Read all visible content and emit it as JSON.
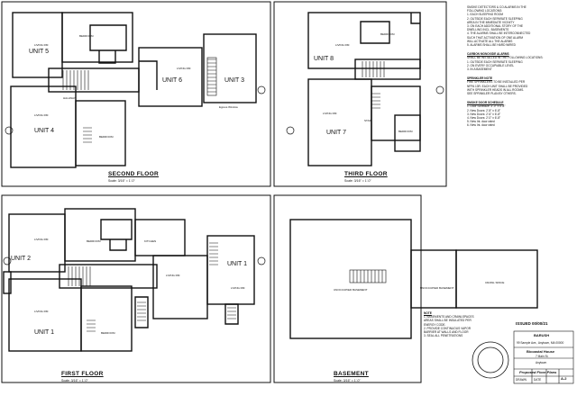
{
  "floors": {
    "second": {
      "title": "SECOND FLOOR",
      "scale": "Scale: 3/16\" = 1'-0\""
    },
    "third": {
      "title": "THIRD FLOOR",
      "scale": "Scale: 3/16\" = 1'-0\""
    },
    "first": {
      "title": "FIRST FLOOR",
      "scale": "Scale: 3/16\" = 1'-0\""
    },
    "basement": {
      "title": "BASEMENT",
      "scale": "Scale: 3/16\" = 1'-0\""
    }
  },
  "units": {
    "u5": "UNIT 5",
    "u6": "UNIT 6",
    "u3": "UNIT 3",
    "u4": "UNIT 4",
    "u8": "UNIT 8",
    "u7": "UNIT 7",
    "u2": "UNIT 2",
    "u1": "UNIT 1",
    "u1b": "UNIT 1"
  },
  "rooms": {
    "living": "LIVING RM",
    "bedroom": "BEDROOM",
    "kitchen": "KITCHEN",
    "bath": "BATH",
    "hallway": "HALLWAY",
    "stair": "STAIR",
    "egress": "Egress Window",
    "unoccupied": "UNOCCUPIED BASEMENT",
    "crawl": "CRAWL SPACE"
  },
  "notes": {
    "n1": "SMOKE DETECTORS & CO ALARMS IN THE",
    "n2": "FOLLOWING LOCATIONS:",
    "n3": "1. EACH SLEEPING ROOM",
    "n4": "2. OUTSIDE EACH SEPARATE SLEEPING",
    "n5": "   AREA IN THE IMMEDIATE VICINITY",
    "n6": "3. ON EACH ADDITIONAL STORY OF THE",
    "n7": "   DWELLING INCL. BASEMENTS",
    "n8": "4. THE ALARMS SHALL BE INTERCONNECTED",
    "n9": "   SUCH THAT ACTIVATION OF ONE ALARM",
    "n10": "   WILL ACTIVATE ALL THE ALARMS",
    "n11": "5. ALARMS SHALL BE HARD WIRED",
    "cohead": "CARBON MONOXIDE ALARMS",
    "co1": "SHALL BE INSTALLED IN THE FOLLOWING LOCATIONS:",
    "co2": "1. OUTSIDE EACH SEPARATE SLEEPING",
    "co3": "2. ON EVERY OCCUPIABLE LEVEL",
    "co4": "3. IN A BASEMENT",
    "sphead": "SPRINKLER NOTE",
    "sp1": "FIRE SPRINKLERS TO BE INSTALLED PER",
    "sp2": "NFPA 13R. EACH UNIT SHALL BE PROVIDED",
    "sp3": "WITH SPRINKLER HEADS IN ALL ROOMS.",
    "sp4": "SEE SPRINKLER PLAN BY OTHERS.",
    "dhead": "SMOKE DOOR SCHEDULE",
    "d1": "1. Door Schedule: 3'-0\" x 6'-8\"",
    "d2": "2. New Doors: 2'-8\" x 6'-8\"",
    "d3": "3. New Doors: 2'-6\" x 6'-8\"",
    "d4": "4. New Doors: 2'-0\" x 6'-8\"",
    "d5": "5. New Int. door rated",
    "d6": "6. New Int. door rated",
    "bnote": "NOTE",
    "b1": "1. BASEMENTS AND CRAWLSPACES",
    "b2": "   AREAS SHALL BE INSULATED PER",
    "b3": "   ENERGY CODE.",
    "b4": "2. PROVIDE CONTINUOUS VAPOR",
    "b5": "   BARRIER AT WALLS AND FLOOR",
    "b6": "3. SEAL ALL PENETRATIONS"
  },
  "titleblock": {
    "issued": "ISSUED 00/00/21",
    "firm": "BARUSH",
    "addr": "99 Sample Ave., Anytown, MA 00000",
    "project": "Bicoastal House",
    "street": "7 Main St.",
    "town": "Anytown",
    "sheetname": "Proposed Floor Plans",
    "drawn": "DRAWN",
    "date": "DATE",
    "sheet": "A-2"
  }
}
